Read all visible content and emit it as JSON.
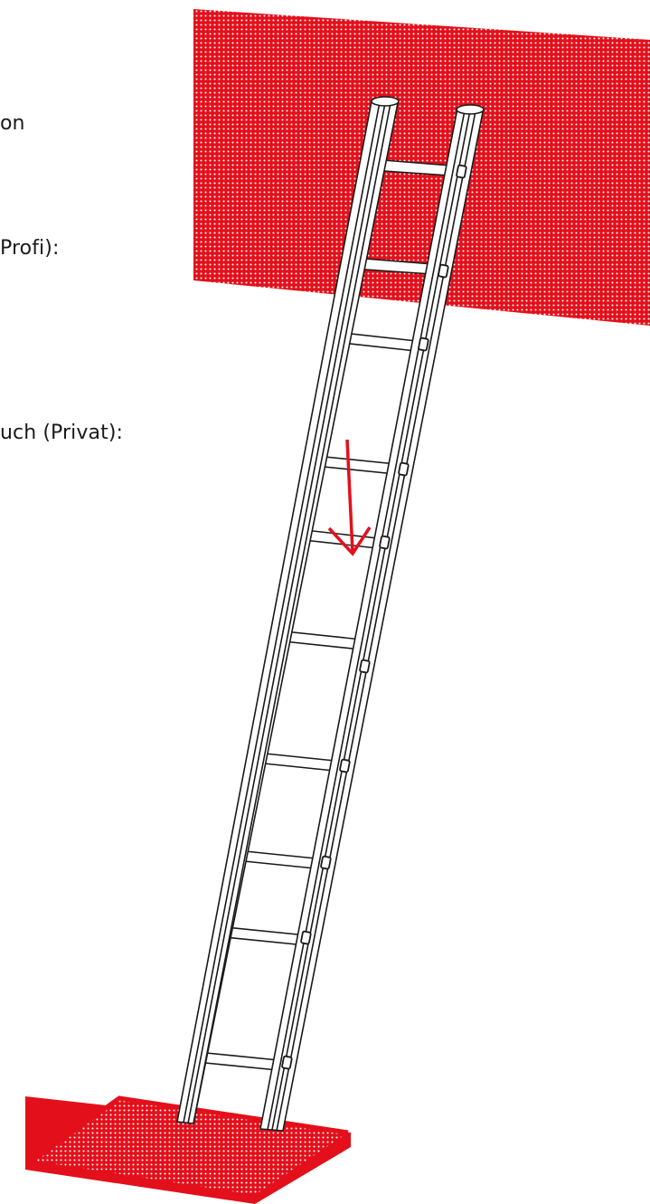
{
  "labels": {
    "line_1": "on",
    "line_2": "Profi):",
    "line_3": "uch (Privat):"
  },
  "colors": {
    "accent_red": "#e3101b",
    "outline": "#1a1a1a",
    "ladder_fill": "#ffffff",
    "background": "#ffffff"
  },
  "icons": {
    "arrow": "down-arrow-icon"
  }
}
